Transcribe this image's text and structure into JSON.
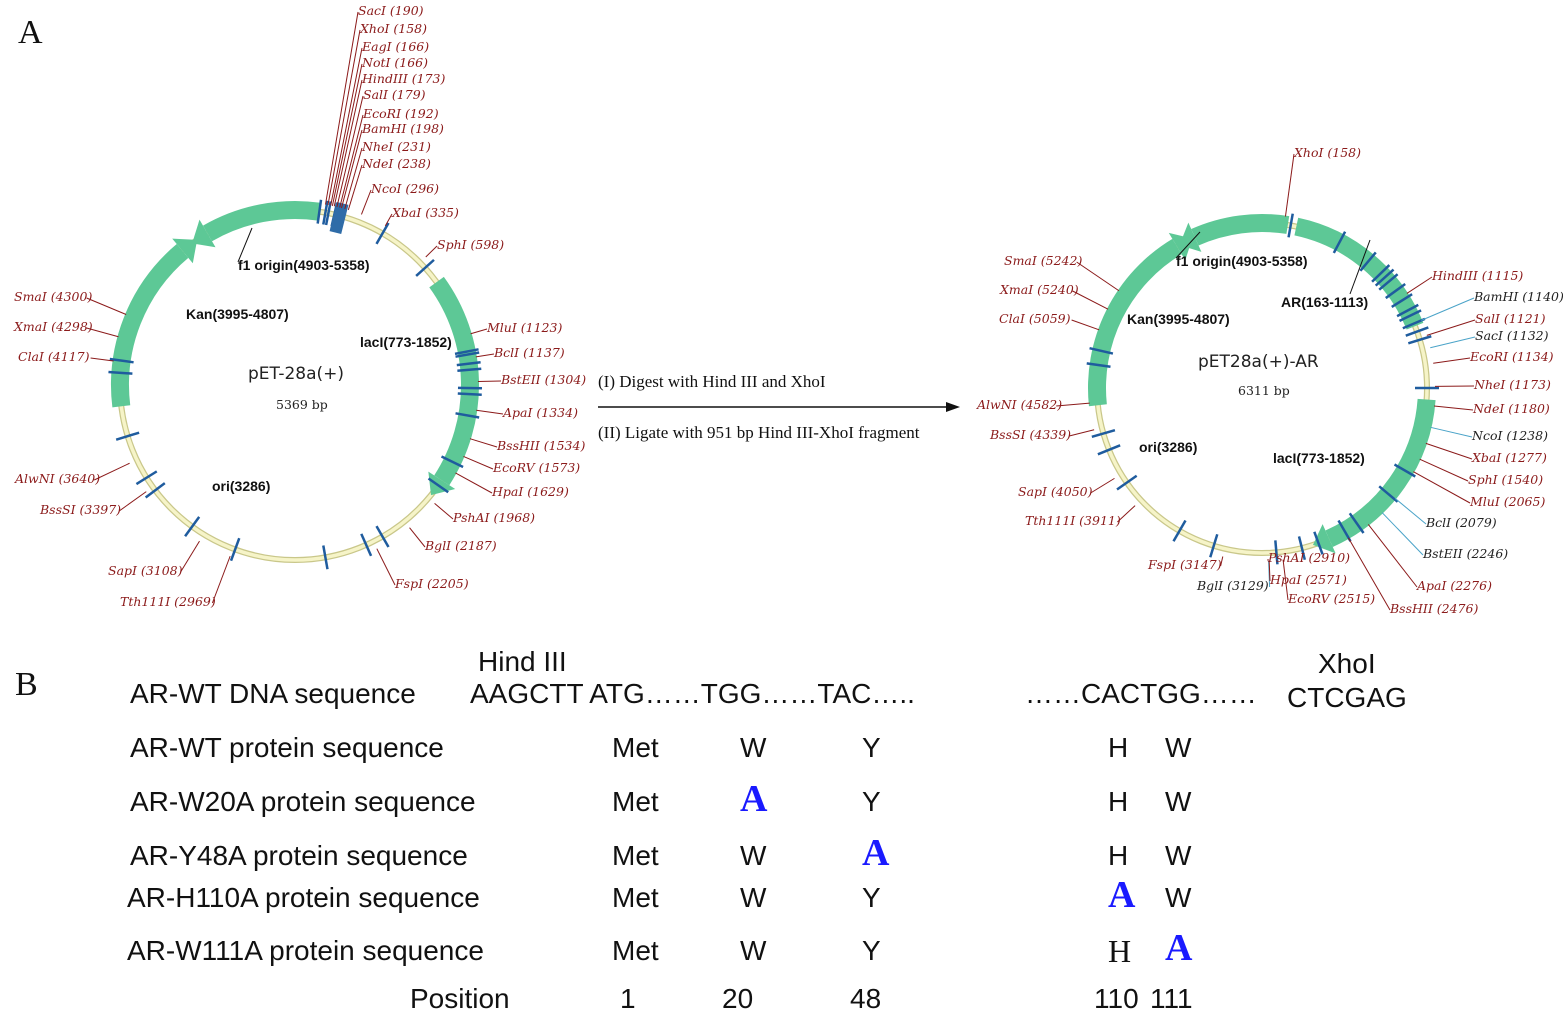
{
  "panel_a_label": "A",
  "panel_b_label": "B",
  "left_plasmid": {
    "name": "pET-28a(+)",
    "size": "5369 bp",
    "features": [
      "f1 origin(4903-5358)",
      "Kan(3995-4807)",
      "lacI(773-1852)",
      "ori(3286)"
    ],
    "sites": [
      "SacI (190)",
      "XhoI (158)",
      "EagI (166)",
      "NotI (166)",
      "HindIII (173)",
      "SalI (179)",
      "EcoRI (192)",
      "BamHI (198)",
      "NheI (231)",
      "NdeI (238)",
      "NcoI (296)",
      "XbaI (335)",
      "SphI (598)",
      "MluI (1123)",
      "BclI (1137)",
      "BstEII (1304)",
      "ApaI (1334)",
      "BssHII (1534)",
      "EcoRV (1573)",
      "HpaI (1629)",
      "PshAI (1968)",
      "BglI (2187)",
      "FspI (2205)",
      "Tth111I (2969)",
      "SapI (3108)",
      "BssSI (3397)",
      "AlwNI (3640)",
      "ClaI (4117)",
      "XmaI (4298)",
      "SmaI (4300)"
    ]
  },
  "right_plasmid": {
    "name": "pET28a(+)-AR",
    "size": "6311 bp",
    "features": [
      "f1 origin(4903-5358)",
      "AR(163-1113)",
      "Kan(3995-4807)",
      "ori(3286)",
      "lacI(773-1852)"
    ],
    "sites": [
      "XhoI (158)",
      "SmaI (5242)",
      "XmaI (5240)",
      "ClaI (5059)",
      "AlwNI (4582)",
      "BssSI (4339)",
      "SapI (4050)",
      "Tth111I (3911)",
      "FspI (3147)",
      "BglI (3129)",
      "PshAI (2910)",
      "HpaI (2571)",
      "EcoRV (2515)",
      "BssHII (2476)",
      "ApaI (2276)",
      "BstEII (2246)",
      "BclI (2079)",
      "MluI (2065)",
      "SphI (1540)",
      "XbaI (1277)",
      "NcoI (1238)",
      "NdeI (1180)",
      "NheI (1173)",
      "EcoRI (1134)",
      "SacI (1132)",
      "SalI (1121)",
      "BamHI (1140)",
      "HindIII (1115)"
    ]
  },
  "steps": {
    "digest": "(I) Digest with Hind III and XhoI",
    "ligate": "(II) Ligate with 951 bp Hind III-XhoI fragment"
  },
  "sequence_table": {
    "hind_label": "Hind III",
    "xho_label": "XhoI",
    "dna_row": {
      "label": "AR-WT DNA sequence",
      "seq1": "AAGCTT ATG……TGG……TAC…..",
      "seq2": "……CACTGG……",
      "seq3": "CTCGAG"
    },
    "rows": [
      {
        "label": "AR-WT protein sequence",
        "cells": [
          "Met",
          "W",
          "Y",
          "H",
          "W"
        ]
      },
      {
        "label": "AR-W20A protein sequence",
        "cells": [
          "Met",
          "A",
          "Y",
          "H",
          "W"
        ]
      },
      {
        "label": "AR-Y48A protein sequence",
        "cells": [
          "Met",
          "W",
          "A",
          "H",
          "W"
        ]
      },
      {
        "label": "AR-H110A  protein sequence",
        "cells": [
          "Met",
          "W",
          "Y",
          "A",
          "W"
        ]
      },
      {
        "label": "AR-W111A protein sequence",
        "cells": [
          "Met",
          "W",
          "Y",
          "H",
          "A"
        ]
      }
    ],
    "position_row": {
      "label": "Position",
      "values": [
        "1",
        "20",
        "48",
        "110",
        "111"
      ]
    },
    "mutation_color": "#1a1aff"
  }
}
